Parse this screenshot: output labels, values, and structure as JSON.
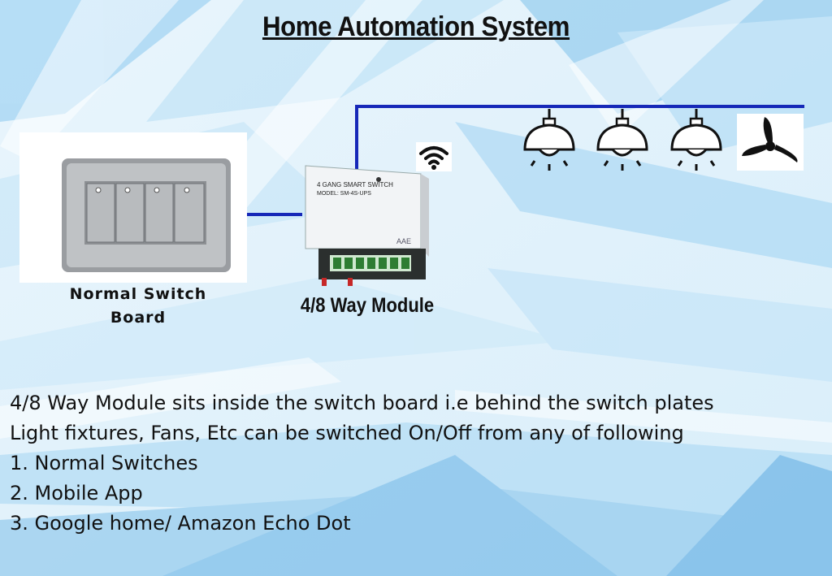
{
  "title": "Home Automation System",
  "switch_board": {
    "label": "Normal Switch Board"
  },
  "module": {
    "label": "4/8 Way Module",
    "face_line1": "4 GANG SMART SWITCH",
    "face_line2": "MODEL: SM-4S-UPS",
    "brand": "AAE"
  },
  "devices": [
    "bulb-icon",
    "bulb-icon",
    "bulb-icon",
    "fan-icon"
  ],
  "description": [
    "4/8 Way Module sits inside the switch board i.e behind the switch plates",
    "Light fixtures, Fans, Etc can be switched On/Off from any of following",
    "1. Normal Switches",
    "2. Mobile App",
    "3. Google home/ Amazon Echo Dot"
  ],
  "colors": {
    "wire": "#1628b8",
    "background_blue": "#4aa8e8"
  }
}
